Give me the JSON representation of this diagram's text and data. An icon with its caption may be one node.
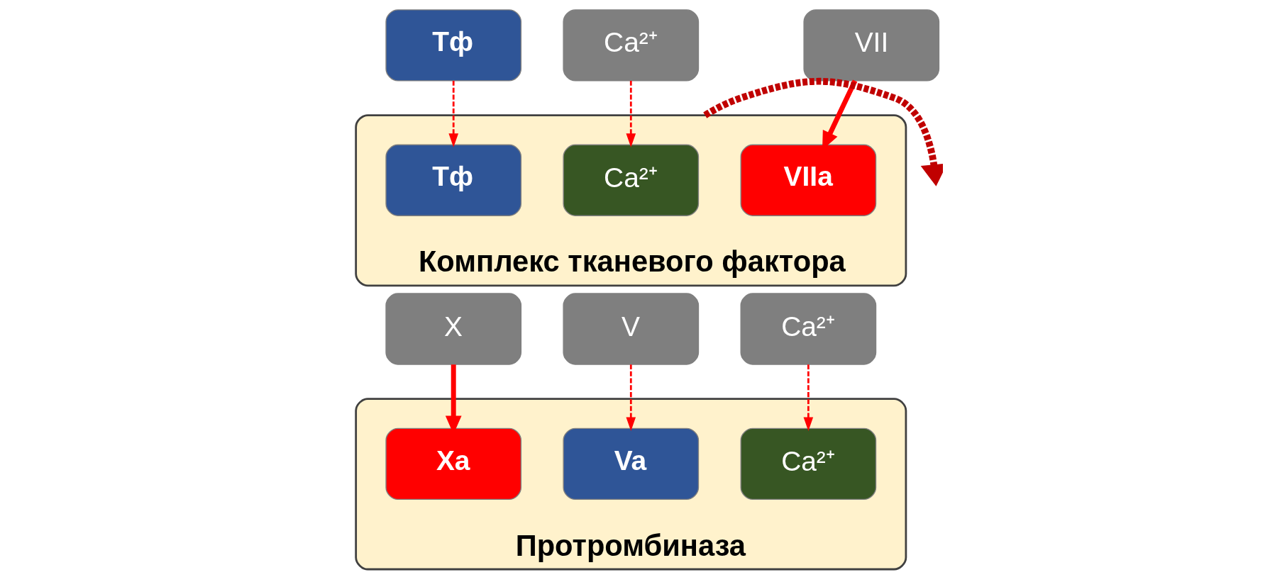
{
  "diagram": {
    "nodes": [
      {
        "text": [
          "VII"
        ]
      },
      {
        "text": [
          "Тф"
        ]
      },
      {
        "text": [
          "Ca²⁺"
        ]
      },
      {
        "text": [
          "Комплекс тканевого фактора"
        ]
      },
      {
        "text": [
          "VIIa"
        ],
        "in": 3
      },
      {
        "text": [
          "Тф"
        ],
        "in": 3
      },
      {
        "text": [
          "Ca²⁺"
        ],
        "in": 3
      },
      {
        "text": [
          "X"
        ]
      },
      {
        "text": [
          "V"
        ]
      },
      {
        "text": [
          "Ca²⁺"
        ]
      },
      {
        "text": [
          "Протромбиназа"
        ]
      },
      {
        "text": [
          "Xa"
        ],
        "in": 10
      },
      {
        "text": [
          "Va"
        ],
        "in": 10
      },
      {
        "text": [
          "Ca²⁺"
        ],
        "in": 10
      }
    ],
    "edges": [
      {
        "from": 0,
        "to": 4,
        "arrow": "to",
        "style": "thick"
      },
      {
        "from": 1,
        "to": 5,
        "arrow": "to",
        "style": "dashed"
      },
      {
        "from": 2,
        "to": 6,
        "arrow": "to",
        "style": "dashed"
      },
      {
        "from": 7,
        "to": 11,
        "arrow": "to",
        "style": "thick"
      },
      {
        "from": 8,
        "to": 12,
        "arrow": "to",
        "style": "dashed"
      },
      {
        "from": 9,
        "to": 13,
        "arrow": "to",
        "style": "dashed"
      },
      {
        "from": 3,
        "to": null,
        "arrow": "to",
        "style": "dashed",
        "color": "#c00000"
      }
    ]
  }
}
